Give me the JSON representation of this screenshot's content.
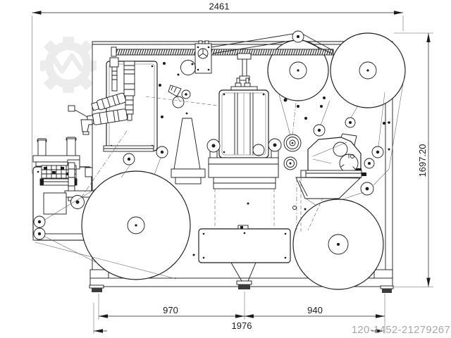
{
  "colors": {
    "line": "#1b1b1b",
    "thin_line": "#5f5f5f",
    "watermark_text": "#a8a8a8",
    "watermark_logo": "#ececec",
    "foot": "#3c3c3c",
    "background": "#ffffff"
  },
  "dimensions": {
    "top_width": "2461",
    "right_height": "1697.20",
    "bottom_left_span": "970",
    "bottom_right_span": "940",
    "bottom_overall": "1976"
  },
  "watermark": {
    "listing_id": "120-1452-21279267",
    "logo": "gear-pulse-icon"
  },
  "drawing": {
    "type": "technical side elevation",
    "parts": [
      "frame",
      "base",
      "leveling-feet",
      "linear-rail",
      "dancer-arm",
      "guide-pulley",
      "drive-unit",
      "die-cutting-station",
      "press-ram",
      "tool-panel",
      "pneumatic-actuators",
      "unwind-assembly",
      "turret-rewinder",
      "output-chute",
      "roll-top-center",
      "roll-top-right",
      "roll-bottom-left",
      "roll-bottom-right",
      "web-path"
    ]
  }
}
